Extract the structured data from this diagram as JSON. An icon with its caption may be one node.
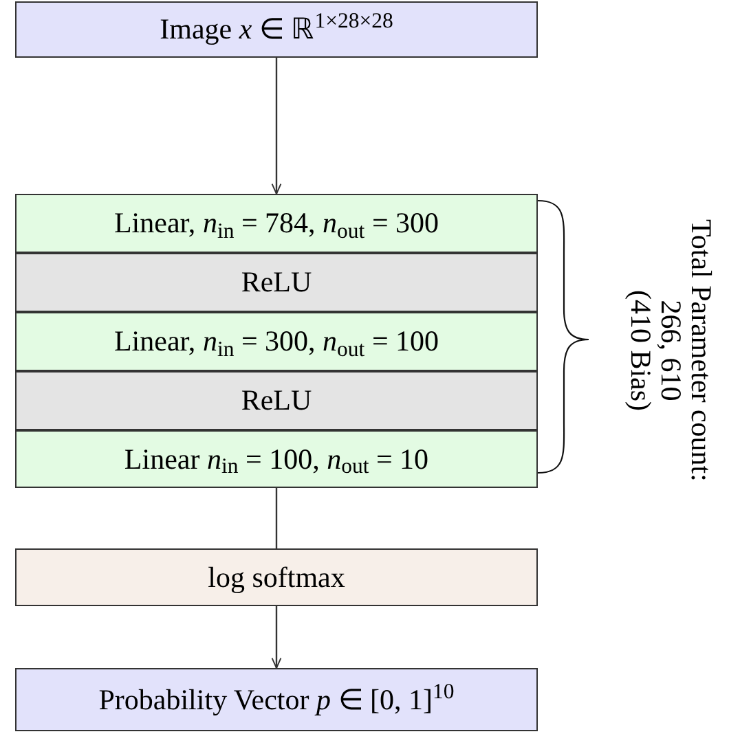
{
  "diagram": {
    "nodes": [
      {
        "text": [
          "Image *x* ∈ ℝ$^{1×28×28}$"
        ]
      },
      {
        "text": [
          "Linear, *n*$_{in}$ = 784, *n*$_{out}$ = 300"
        ]
      },
      {
        "text": [
          "ReLU"
        ]
      },
      {
        "text": [
          "Linear, *n*$_{in}$ = 300, *n*$_{out}$ = 100"
        ]
      },
      {
        "text": [
          "ReLU"
        ]
      },
      {
        "text": [
          "Linear *n*$_{in}$ = 100, *n*$_{out}$ = 10"
        ]
      },
      {
        "text": [
          "log softmax"
        ]
      },
      {
        "text": [
          "Probability Vector *p* ∈ [0, 1]$^{10}$"
        ]
      }
    ],
    "edges": [
      {
        "from": 0,
        "to": 1,
        "arrow": "to"
      },
      {
        "from": 5,
        "to": 6,
        "arrow": "none"
      },
      {
        "from": 6,
        "to": 7,
        "arrow": "to"
      }
    ],
    "labels": [
      "Total Parameter count:",
      "266, 610",
      "(410 Bias)"
    ]
  }
}
